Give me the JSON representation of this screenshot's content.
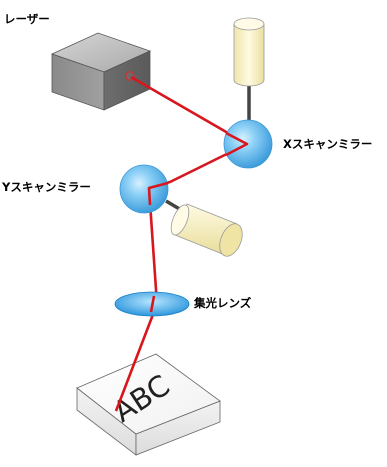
{
  "labels": {
    "laser": "レーザー",
    "x_scanner": "Xスキャンミラー",
    "y_scanner": "Yスキャンミラー",
    "lens": "集光レンズ",
    "workpiece_text": "ABC"
  },
  "colors": {
    "beam": "#d7161d",
    "mirror": "#5eb5e8",
    "motor": "#fbf4c4",
    "laser_box": "#8d8d8d"
  }
}
